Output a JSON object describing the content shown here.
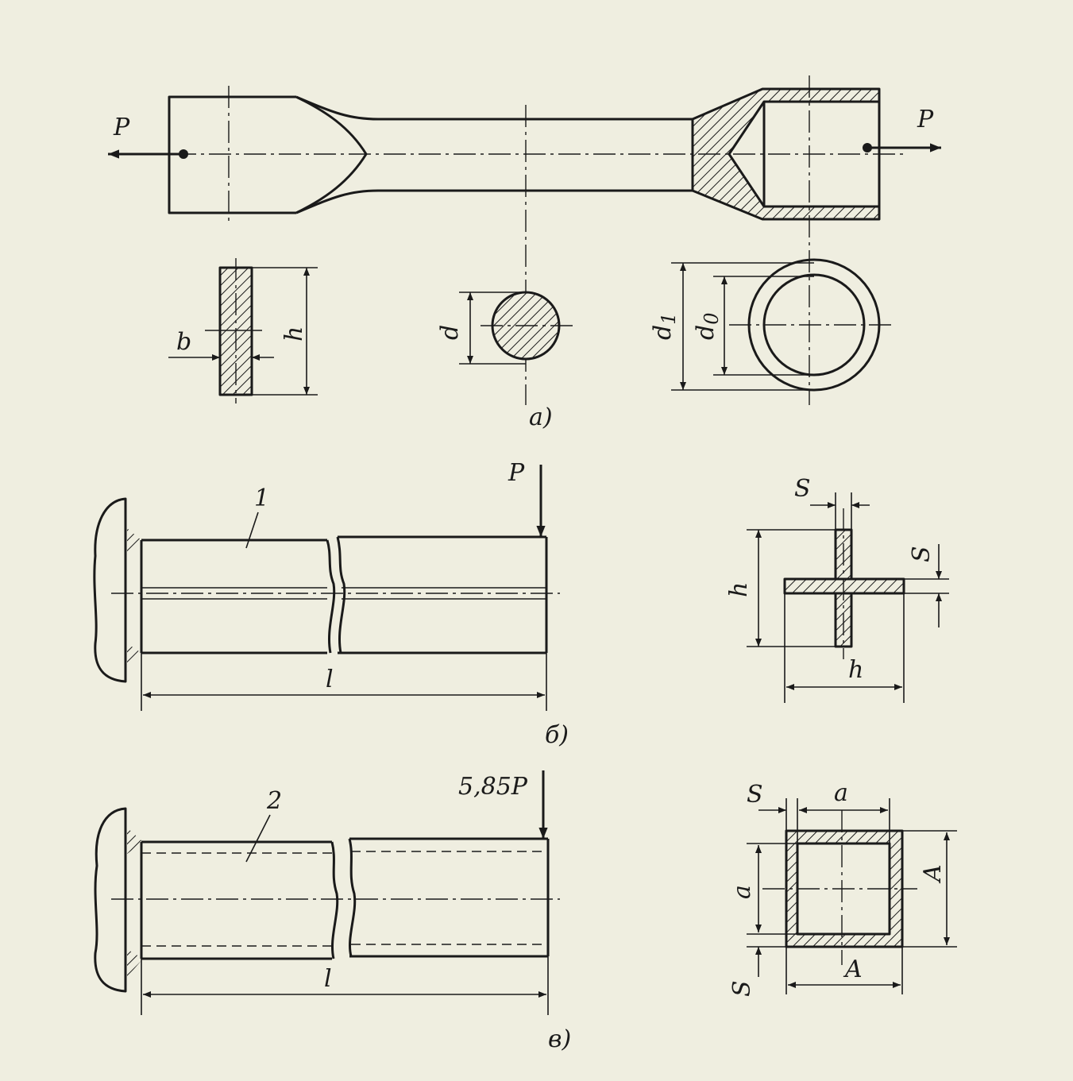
{
  "fig_a": {
    "force_left": "P",
    "force_right": "P",
    "dim_b": "b",
    "dim_h": "h",
    "dim_d": "d",
    "dim_d1": "d",
    "dim_d1_sub": "1",
    "dim_d0": "d",
    "dim_d0_sub": "0",
    "caption": "a)"
  },
  "fig_b": {
    "force": "P",
    "part_number": "1",
    "length": "l",
    "sect_s_top": "S",
    "sect_s_right": "S",
    "sect_h_left": "h",
    "sect_h_bottom": "h",
    "caption": "б)"
  },
  "fig_v": {
    "force": "5,85P",
    "part_number": "2",
    "length": "l",
    "sect_s_top": "S",
    "sect_a_top": "a",
    "sect_a_left": "a",
    "sect_A_right": "A",
    "sect_A_bottom": "A",
    "sect_s_bottom": "S",
    "caption": "в)"
  }
}
